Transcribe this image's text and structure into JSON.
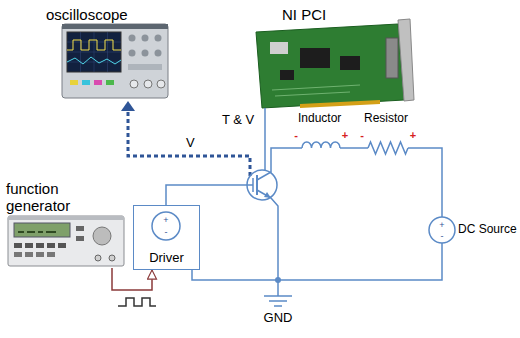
{
  "diagram": {
    "nodes": [
      {
        "text": [
          "oscilloscope"
        ]
      },
      {
        "text": [
          "NI PCI"
        ]
      },
      {
        "text": [
          "function generator"
        ]
      },
      {
        "text": [
          "Driver"
        ]
      }
    ],
    "edges": [
      {
        "from": 2,
        "to": 3,
        "arrow": "to"
      }
    ],
    "labels": [
      "V",
      "T & V",
      "Inductor",
      "Resistor",
      "-",
      "+",
      "-",
      "+",
      "+",
      "-",
      "DC Source",
      "+",
      "-",
      "GND"
    ]
  }
}
